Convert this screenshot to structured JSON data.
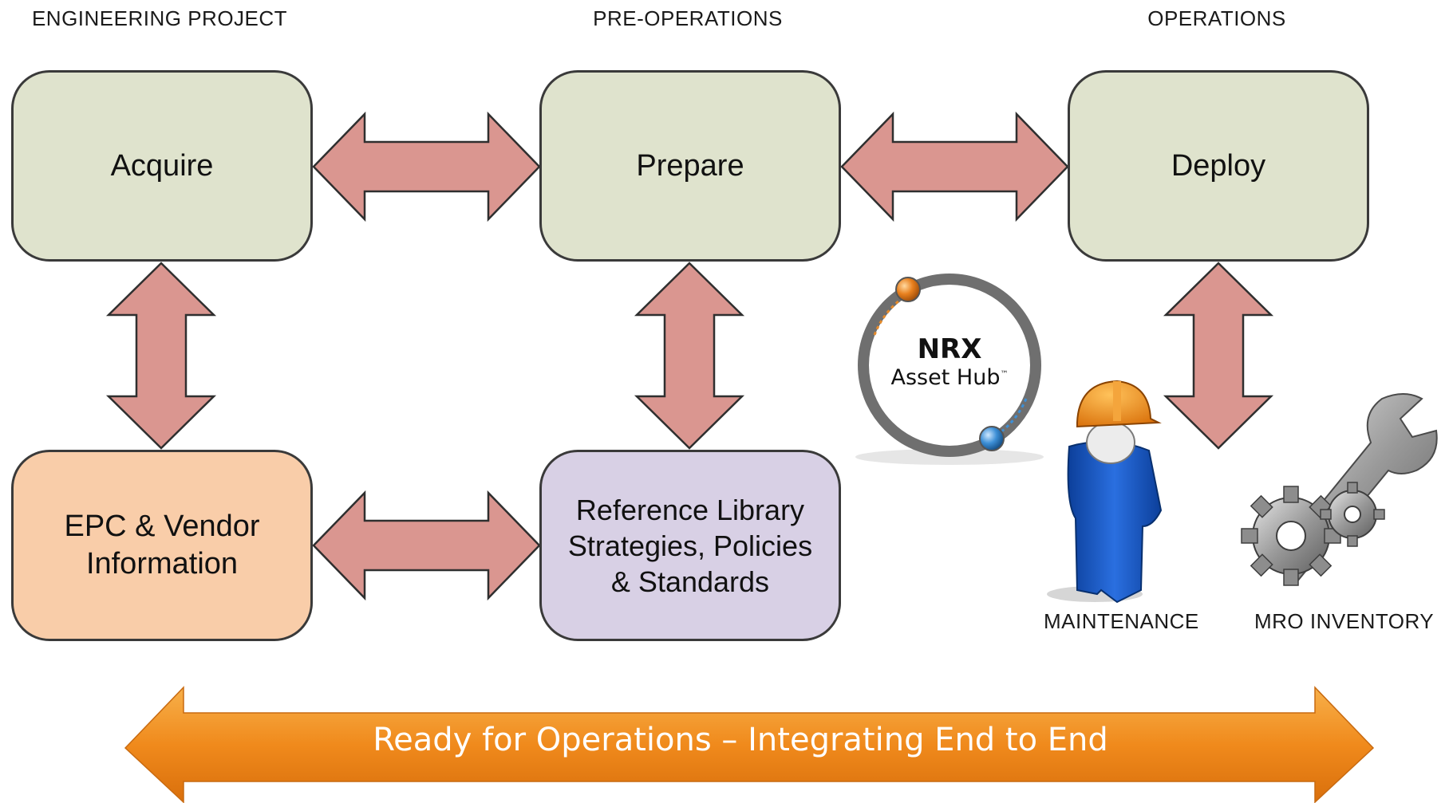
{
  "phases": {
    "engineering": "ENGINEERING PROJECT",
    "pre_operations": "PRE-OPERATIONS",
    "operations": "OPERATIONS"
  },
  "boxes": {
    "acquire": "Acquire",
    "prepare": "Prepare",
    "deploy": "Deploy",
    "epc_line1": "EPC & Vendor",
    "epc_line2": "Information",
    "ref_line1": "Reference Library",
    "ref_line2": "Strategies, Policies",
    "ref_line3": "& Standards"
  },
  "hub": {
    "brand": "NRX",
    "name": "Asset Hub",
    "tm": "™"
  },
  "captions": {
    "maintenance": "MAINTENANCE",
    "mro_inventory": "MRO INVENTORY"
  },
  "banner": {
    "text": "Ready for Operations – Integrating End to End"
  },
  "colors": {
    "green_box": "#dfe3cd",
    "orange_box": "#f9cda9",
    "lilac_box": "#d8d0e5",
    "arrow_fill": "#da9690",
    "banner_orange": "#f08a1c"
  }
}
